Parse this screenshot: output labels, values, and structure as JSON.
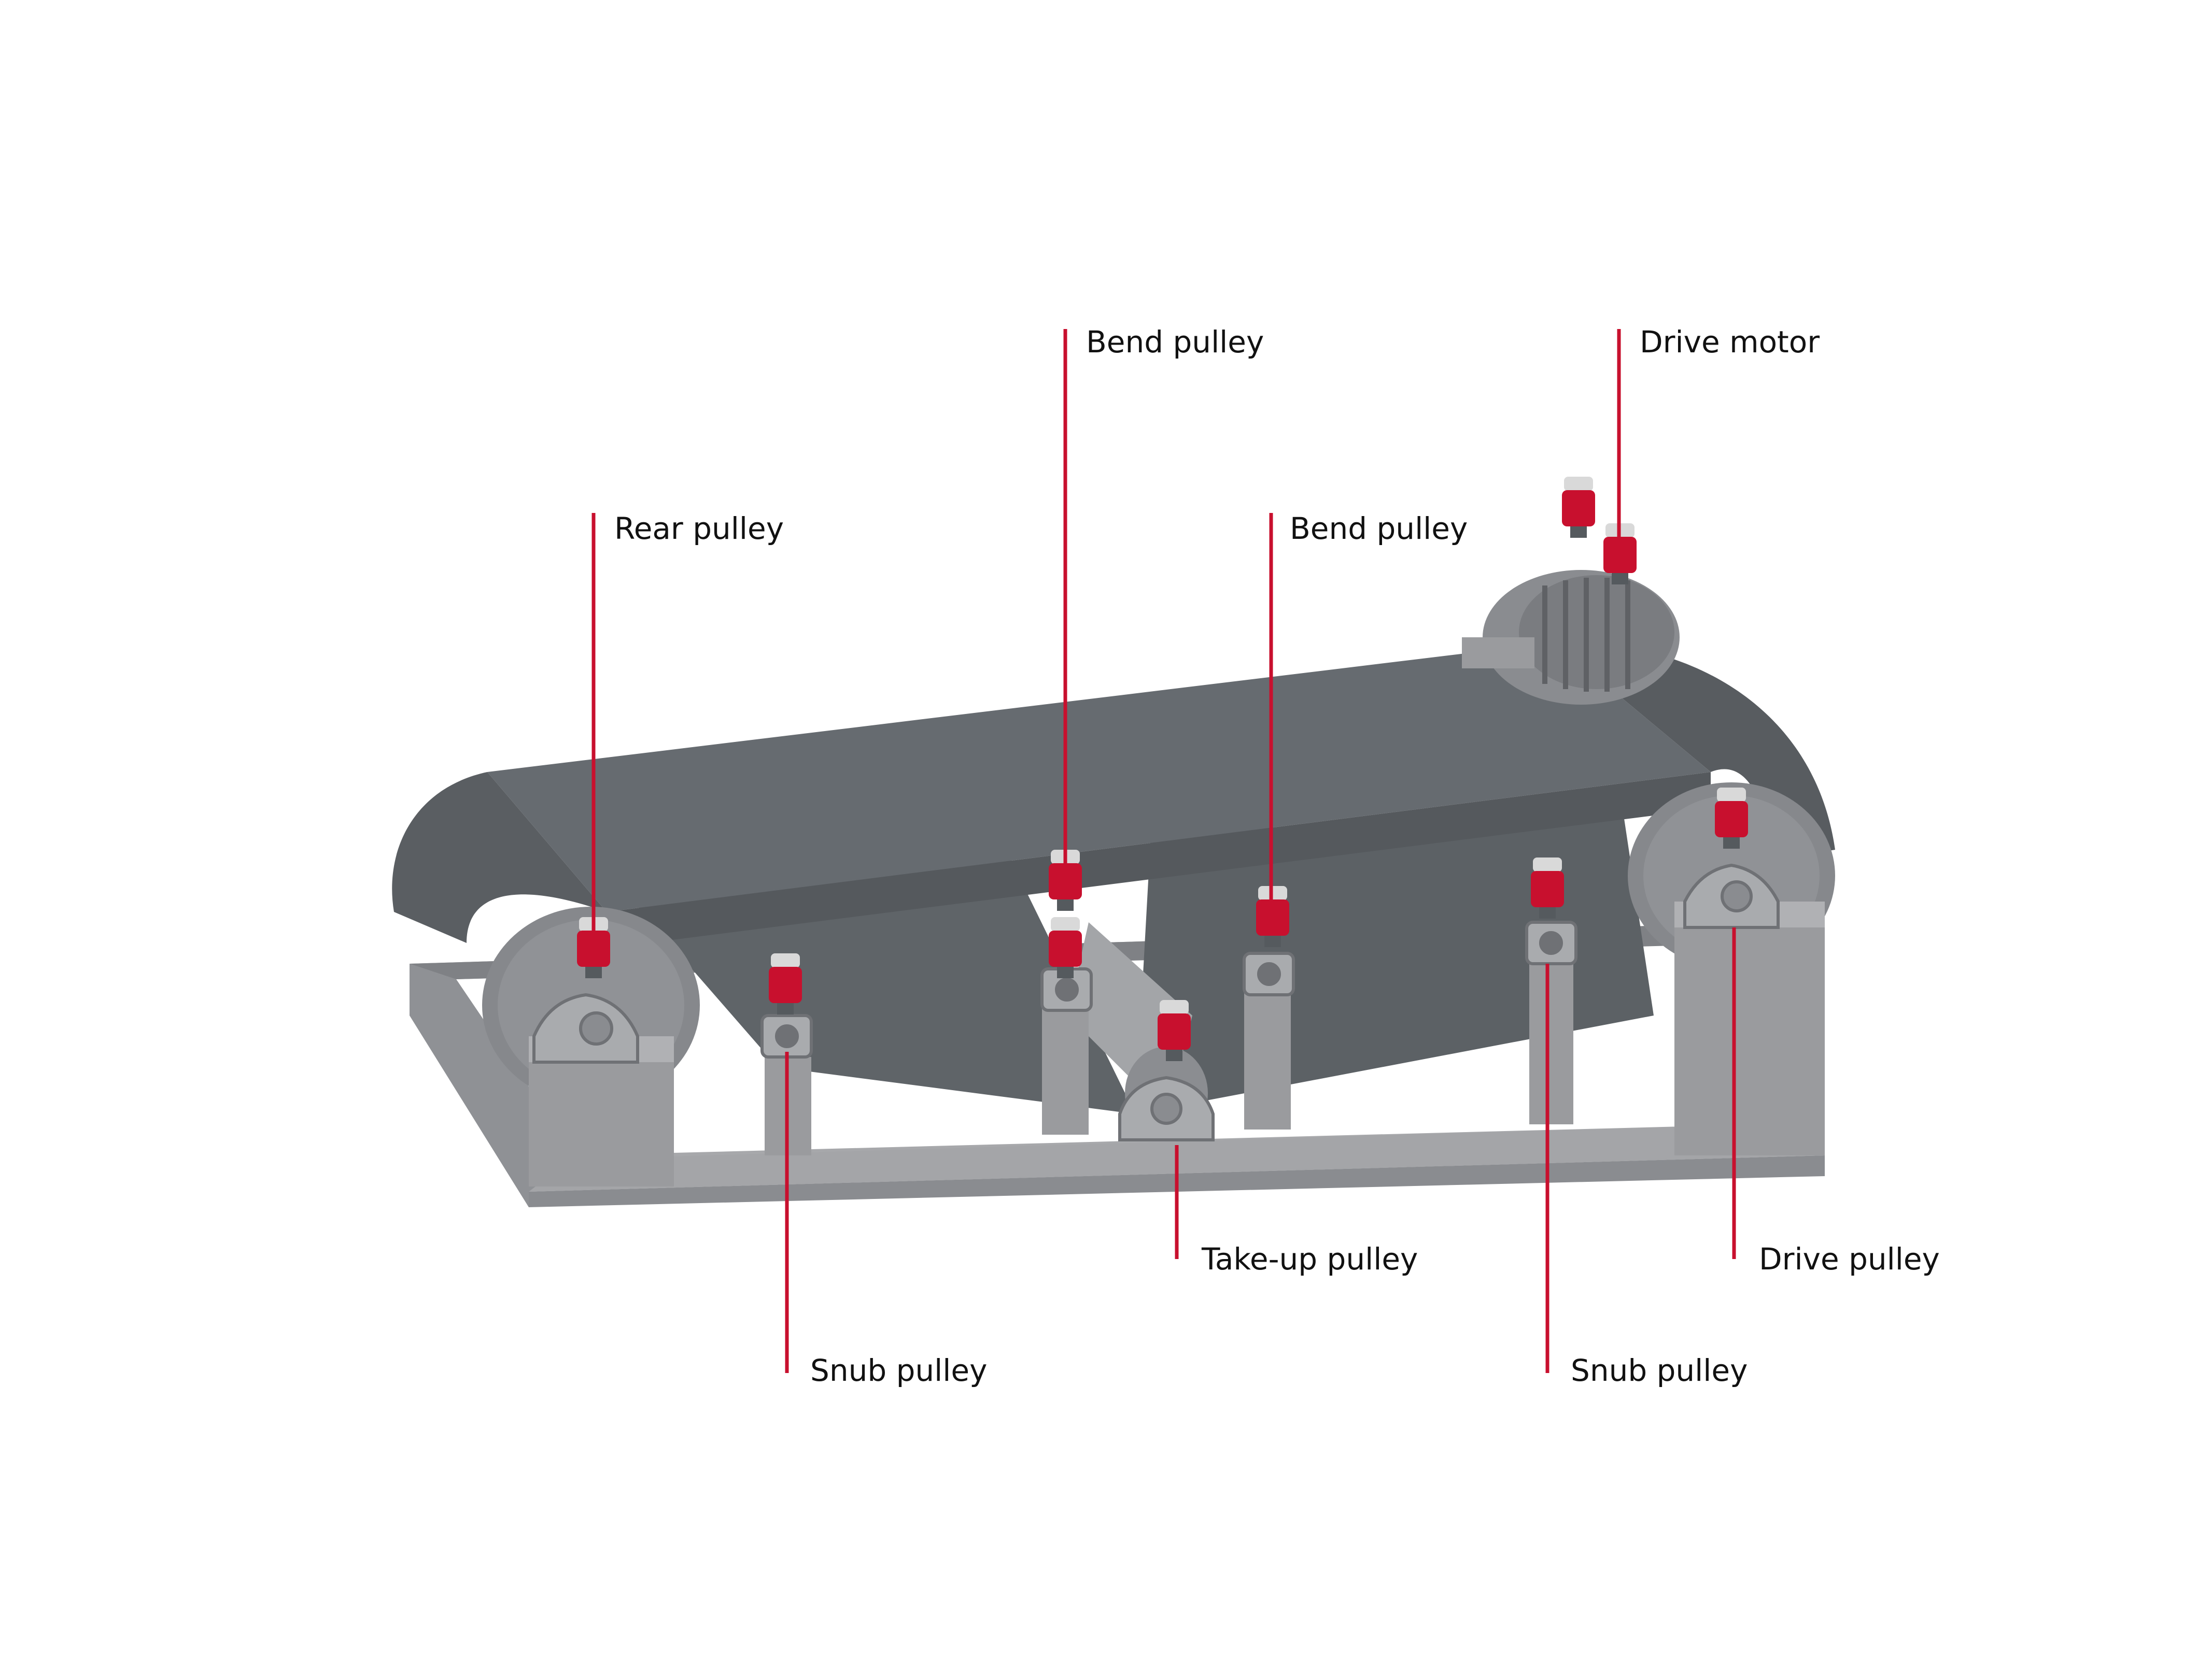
{
  "colors": {
    "background": "#ffffff",
    "leader": "#c8102e",
    "belt_top": "#656b70",
    "belt_side": "#4f5458",
    "frame": "#9a9b9e",
    "frame_dark": "#7e8084",
    "pulley": "#8c8e92",
    "lubricator_body": "#c8102e",
    "lubricator_cap": "#d9d9d9"
  },
  "labels": {
    "rear_pulley": "Rear pulley",
    "bend_pulley_1": "Bend pulley",
    "bend_pulley_2": "Bend pulley",
    "drive_motor": "Drive motor",
    "snub_pulley_1": "Snub pulley",
    "take_up_pulley": "Take-up pulley",
    "drive_pulley": "Drive pulley",
    "snub_pulley_2": "Snub pulley"
  }
}
